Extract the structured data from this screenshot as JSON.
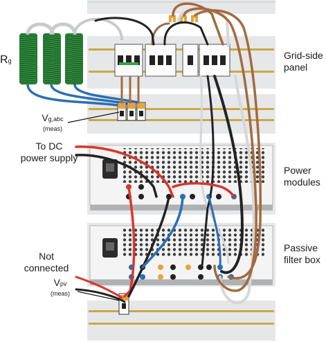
{
  "labels": {
    "rg": {
      "main": "R",
      "sub": "g"
    },
    "vgabc": {
      "main": "V",
      "sub": "g,abc",
      "meas": "(meas)"
    },
    "to_dc": {
      "line1": "To DC",
      "line2": "power supply"
    },
    "not_connected": {
      "line1": "Not",
      "line2": "connected"
    },
    "vpv": {
      "main": "V",
      "sub": "pv",
      "meas": "(meas)"
    },
    "grid_side": {
      "line1": "Grid-side",
      "line2": "panel"
    },
    "power_modules": {
      "line1": "Power",
      "line2": "modules"
    },
    "passive_filter": {
      "line1": "Passive",
      "line2": "filter box"
    }
  },
  "colors": {
    "panel": "#e4e5e6",
    "panel_edge": "#cfd0d1",
    "rail": "#c8a84a",
    "resistor": "#2e8b3c",
    "wire_brown": "#a36a3f",
    "wire_black": "#222222",
    "wire_gray": "#d6d7d8",
    "wire_blue": "#2a6fb3",
    "wire_red": "#d9362b",
    "box_dark": "#3a3a3a",
    "connector_orange": "#e8a33a"
  },
  "icons": [
    "breaker-icon",
    "resistor-icon",
    "terminal-block-icon",
    "power-socket-icon",
    "vent-grille-icon",
    "banana-jack-icon"
  ]
}
